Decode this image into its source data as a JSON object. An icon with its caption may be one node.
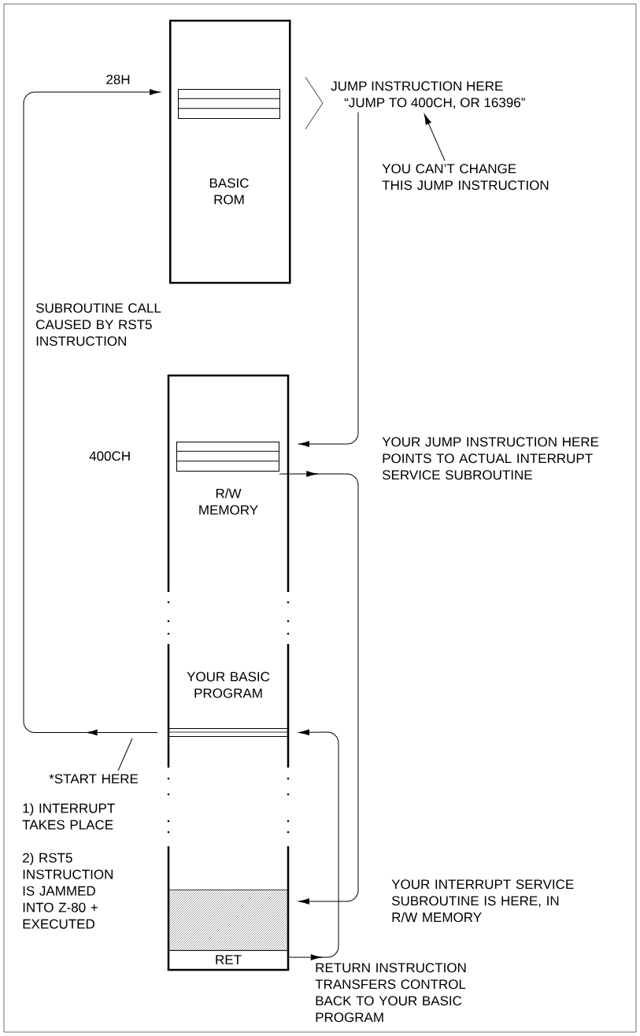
{
  "diagram": {
    "nodes": [
      {
        "text": [
          "BASIC ROM"
        ]
      },
      {
        "text": [],
        "shape": "box",
        "in": 0,
        "beside": [
          "28H"
        ]
      },
      {
        "text": [
          "R/W MEMORY",
          "YOUR BASIC PROGRAM"
        ]
      },
      {
        "text": [],
        "shape": "box",
        "in": 2
      },
      {
        "text": [],
        "shape": "bar",
        "in": 2
      },
      {
        "text": [],
        "shape": "box",
        "in": 2
      },
      {
        "text": [
          "RET"
        ],
        "in": 2
      },
      {
        "text": [
          "JUMP INSTRUCTION HERE",
          "“JUMP TO 400CH, OR 16396”"
        ]
      },
      {
        "text": [
          "YOU CAN’T CHANGE THIS JUMP INSTRUCTION"
        ]
      },
      {
        "text": [
          "*START HERE"
        ]
      }
    ],
    "edges": [
      {
        "from": 4,
        "to": 1,
        "arrow": "to"
      },
      {
        "from": 7,
        "to": 3,
        "arrow": "to"
      },
      {
        "from": 3,
        "to": 5,
        "arrow": "to"
      },
      {
        "from": 6,
        "to": 4,
        "arrow": "to"
      },
      {
        "from": 8,
        "to": 7,
        "arrow": "to"
      },
      {
        "from": 9,
        "to": null,
        "arrow": "none"
      }
    ],
    "labels": [
      "SUBROUTINE CALL CAUSED BY RST5 INSTRUCTION",
      "400CH",
      "YOUR JUMP INSTRUCTION HERE POINTS TO ACTUAL INTERRUPT SERVICE SUBROUTINE",
      "1) INTERRUPT TAKES PLACE",
      "2) RST5 INSTRUCTION IS JAMMED INTO Z-80 + EXECUTED",
      "YOUR INTERRUPT SERVICE SUBROUTINE IS HERE, IN R/W MEMORY",
      "RETURN INSTRUCTION TRANSFERS CONTROL BACK TO YOUR BASIC PROGRAM"
    ]
  }
}
